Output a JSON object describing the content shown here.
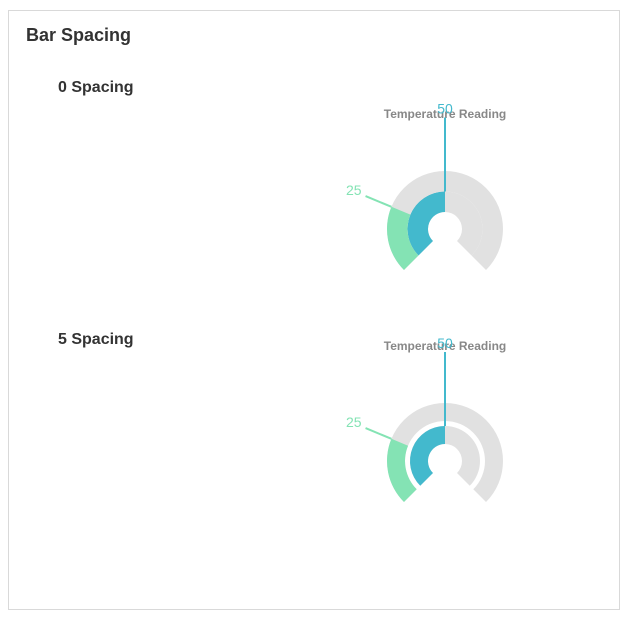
{
  "panel": {
    "title": "Bar Spacing"
  },
  "colors": {
    "track": "#e1e1e1",
    "series_inner": "#43b9cd",
    "series_outer": "#84e3b4",
    "title": "#888888"
  },
  "chart_data": [
    {
      "type": "radial-bar",
      "section_label": "0 Spacing",
      "title": "Temperature Reading",
      "start_angle": -135,
      "end_angle": 135,
      "max": 100,
      "bar_spacing": 0,
      "series": [
        {
          "value": 50,
          "label": "50",
          "color": "#43b9cd"
        },
        {
          "value": 25,
          "label": "25",
          "color": "#84e3b4"
        }
      ]
    },
    {
      "type": "radial-bar",
      "section_label": "5 Spacing",
      "title": "Temperature Reading",
      "start_angle": -135,
      "end_angle": 135,
      "max": 100,
      "bar_spacing": 5,
      "series": [
        {
          "value": 50,
          "label": "50",
          "color": "#43b9cd"
        },
        {
          "value": 25,
          "label": "25",
          "color": "#84e3b4"
        }
      ]
    }
  ]
}
